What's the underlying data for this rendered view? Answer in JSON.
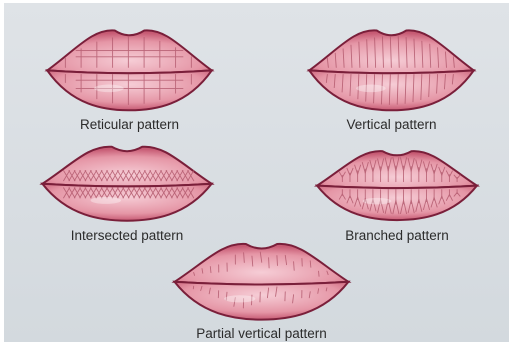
{
  "colors": {
    "background": "#d8dde2",
    "lip_light": "#f6cdd6",
    "lip_mid": "#e596a6",
    "lip_dark": "#c65a73",
    "outline": "#7a1f3a",
    "pattern_lines": "#b35a6e"
  },
  "patterns": [
    {
      "id": "reticular",
      "label": "Reticular pattern",
      "style": "grid"
    },
    {
      "id": "vertical",
      "label": "Vertical pattern",
      "style": "vertical"
    },
    {
      "id": "intersected",
      "label": "Intersected pattern",
      "style": "crosshatch"
    },
    {
      "id": "branched",
      "label": "Branched pattern",
      "style": "branched"
    },
    {
      "id": "partial-vertical",
      "label": "Partial vertical pattern",
      "style": "partial"
    }
  ]
}
